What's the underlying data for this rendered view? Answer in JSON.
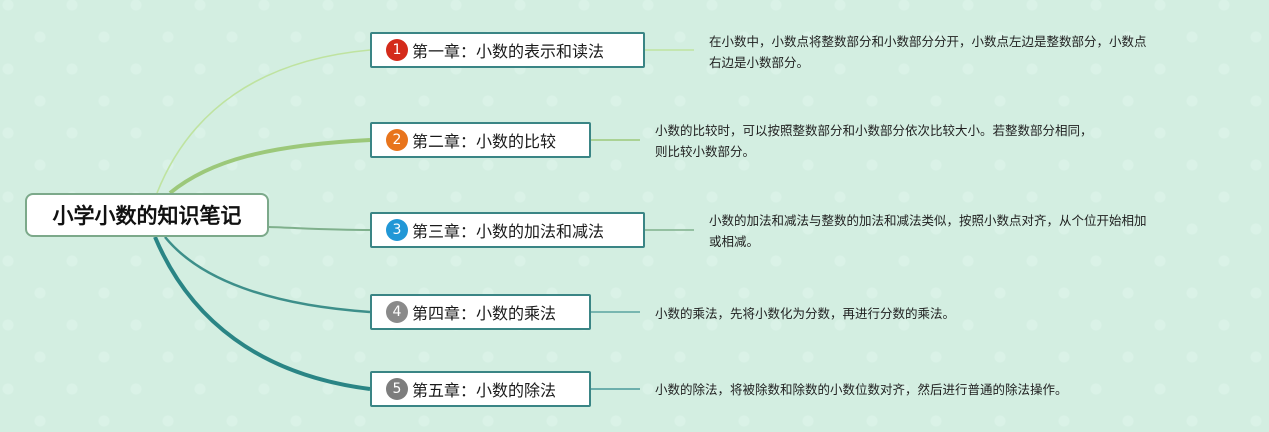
{
  "title": "小学小数的知识笔记",
  "colors": {
    "background": "#d3eee1",
    "topic_border": "#3a8585",
    "root_border": "#7ca98a"
  },
  "chapters": [
    {
      "number": "1",
      "label": "第一章：小数的表示和读法",
      "badge_color": "#d42a1a",
      "branch_color": "#bfe3a0",
      "note": "在小数中，小数点将整数部分和小数部分分开，小数点左边是整数部分，小数点\n右边是小数部分。"
    },
    {
      "number": "2",
      "label": "第二章：小数的比较",
      "badge_color": "#e8741c",
      "branch_color": "#9cc87a",
      "note": "小数的比较时，可以按照整数部分和小数部分依次比较大小。若整数部分相同，\n则比较小数部分。"
    },
    {
      "number": "3",
      "label": "第三章：小数的加法和减法",
      "badge_color": "#2197d6",
      "branch_color": "#7fb08c",
      "note": "小数的加法和减法与整数的加法和减法类似，按照小数点对齐，从个位开始相加\n或相减。"
    },
    {
      "number": "4",
      "label": "第四章：小数的乘法",
      "badge_color": "#8a8a8a",
      "branch_color": "#3d8f8a",
      "note": "小数的乘法，先将小数化为分数，再进行分数的乘法。"
    },
    {
      "number": "5",
      "label": "第五章：小数的除法",
      "badge_color": "#7d7d7d",
      "branch_color": "#2a8585",
      "note": "小数的除法，将被除数和除数的小数位数对齐，然后进行普通的除法操作。"
    }
  ]
}
